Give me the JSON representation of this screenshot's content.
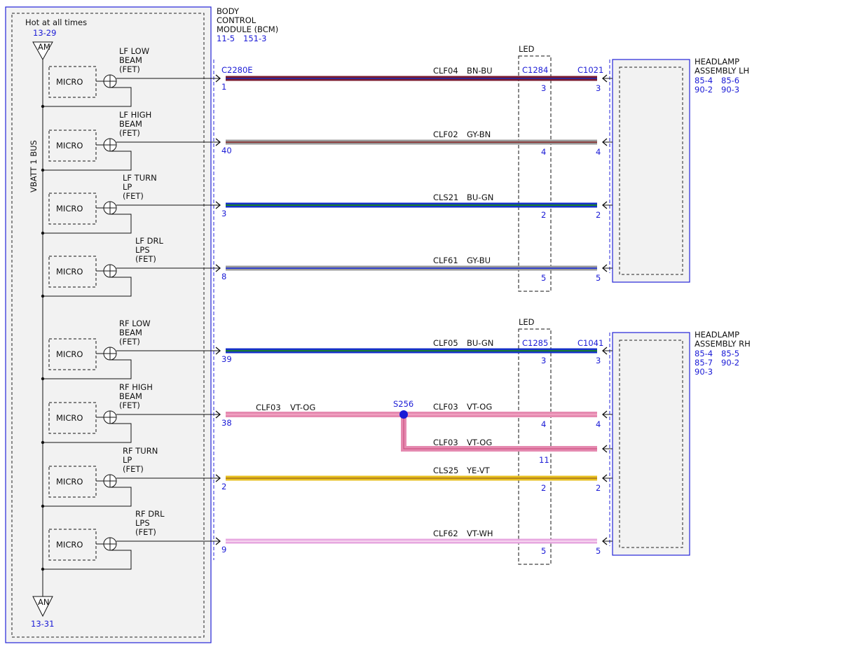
{
  "bcm": {
    "hot_label": "Hot at all times",
    "hot_ref": "13-29",
    "fuse_top": "AM",
    "fuse_bottom": "AN",
    "bottom_ref": "13-31",
    "bus_label": "VBATT 1 BUS",
    "title_lines": [
      "BODY",
      "CONTROL",
      "MODULE (BCM)"
    ],
    "refs": [
      "11-5",
      "151-3"
    ],
    "connector": "C2280E"
  },
  "micro_label": "MICRO",
  "drivers": [
    {
      "lines": [
        "LF LOW",
        "BEAM",
        "(FET)"
      ]
    },
    {
      "lines": [
        "LF HIGH",
        "BEAM",
        "(FET)"
      ]
    },
    {
      "lines": [
        "LF TURN",
        "LP",
        "(FET)"
      ]
    },
    {
      "lines": [
        "LF DRL",
        "LPS",
        "(FET)"
      ]
    },
    {
      "lines": [
        "RF LOW",
        "BEAM",
        "(FET)"
      ]
    },
    {
      "lines": [
        "RF HIGH",
        "BEAM",
        "(FET)"
      ]
    },
    {
      "lines": [
        "RF TURN",
        "LP",
        "(FET)"
      ]
    },
    {
      "lines": [
        "RF DRL",
        "LPS",
        "(FET)"
      ]
    }
  ],
  "circuits": [
    {
      "bcm_pin": "1",
      "circuit": "CLF04",
      "color": "BN-BU",
      "led_pin": "3",
      "lamp_pin": "3",
      "wire_colors": [
        "#7a1a2e",
        "#2a2aa0"
      ]
    },
    {
      "bcm_pin": "40",
      "circuit": "CLF02",
      "color": "GY-BN",
      "led_pin": "4",
      "lamp_pin": "4",
      "wire_colors": [
        "#999999",
        "#8b3a3a"
      ]
    },
    {
      "bcm_pin": "3",
      "circuit": "CLS21",
      "color": "BU-GN",
      "led_pin": "2",
      "lamp_pin": "2",
      "wire_colors": [
        "#1530c8",
        "#1a8a1a"
      ]
    },
    {
      "bcm_pin": "8",
      "circuit": "CLF61",
      "color": "GY-BU",
      "led_pin": "5",
      "lamp_pin": "5",
      "wire_colors": [
        "#9a9a9a",
        "#2a3ad0"
      ]
    },
    {
      "bcm_pin": "39",
      "circuit": "CLF05",
      "color": "BU-GN",
      "led_pin": "3",
      "lamp_pin": "3",
      "wire_colors": [
        "#1530c8",
        "#1a8a1a"
      ]
    },
    {
      "bcm_pin": "38",
      "circuit": "CLF03",
      "color": "VT-OG",
      "led_pin": "4",
      "lamp_pin": "4",
      "wire_colors": [
        "#e58ab0",
        "#f0a0c0"
      ]
    },
    {
      "bcm_pin": "2",
      "circuit": "CLS25",
      "color": "YE-VT",
      "led_pin": "2",
      "lamp_pin": "2",
      "wire_colors": [
        "#e8c020",
        "#b08020"
      ]
    },
    {
      "bcm_pin": "9",
      "circuit": "CLF62",
      "color": "VT-WH",
      "led_pin": "5",
      "lamp_pin": "5",
      "wire_colors": [
        "#e7a8e0",
        "#f7d8f0"
      ]
    }
  ],
  "splice": {
    "name": "S256",
    "left_circuit": "CLF03",
    "left_color": "VT-OG",
    "branch_circuit": "CLF03",
    "branch_color": "VT-OG",
    "branch_led_pin": "11"
  },
  "led_groups": [
    {
      "label": "LED",
      "connector": "C1284"
    },
    {
      "label": "LED",
      "connector": "C1285"
    }
  ],
  "lamps": [
    {
      "connector": "C1021",
      "title_lines": [
        "HEADLAMP",
        "ASSEMBLY LH"
      ],
      "refs": [
        [
          "85-4",
          "85-6"
        ],
        [
          "90-2",
          "90-3"
        ]
      ]
    },
    {
      "connector": "C1041",
      "title_lines": [
        "HEADLAMP",
        "ASSEMBLY RH"
      ],
      "refs": [
        [
          "85-4",
          "85-5"
        ],
        [
          "85-7",
          "90-2"
        ],
        [
          "90-3",
          ""
        ]
      ]
    }
  ]
}
